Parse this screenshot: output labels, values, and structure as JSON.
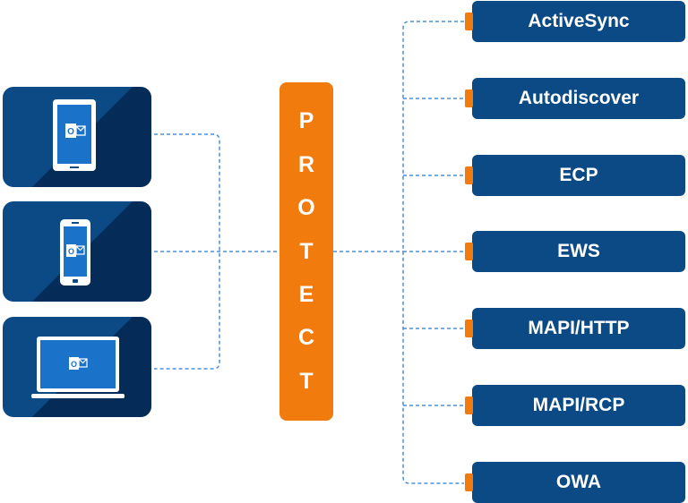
{
  "protect": {
    "letters": [
      "P",
      "R",
      "O",
      "T",
      "E",
      "C",
      "T"
    ]
  },
  "devices": [
    {
      "name": "tablet",
      "icon": "outlook-icon"
    },
    {
      "name": "phone",
      "icon": "outlook-icon"
    },
    {
      "name": "laptop",
      "icon": "outlook-icon"
    }
  ],
  "services": [
    "ActiveSync",
    "Autodiscover",
    "ECP",
    "EWS",
    "MAPI/HTTP",
    "MAPI/RCP",
    "OWA"
  ],
  "colors": {
    "navy": "#0b4a85",
    "orange": "#f27b0d",
    "connector": "#4a90d9"
  }
}
